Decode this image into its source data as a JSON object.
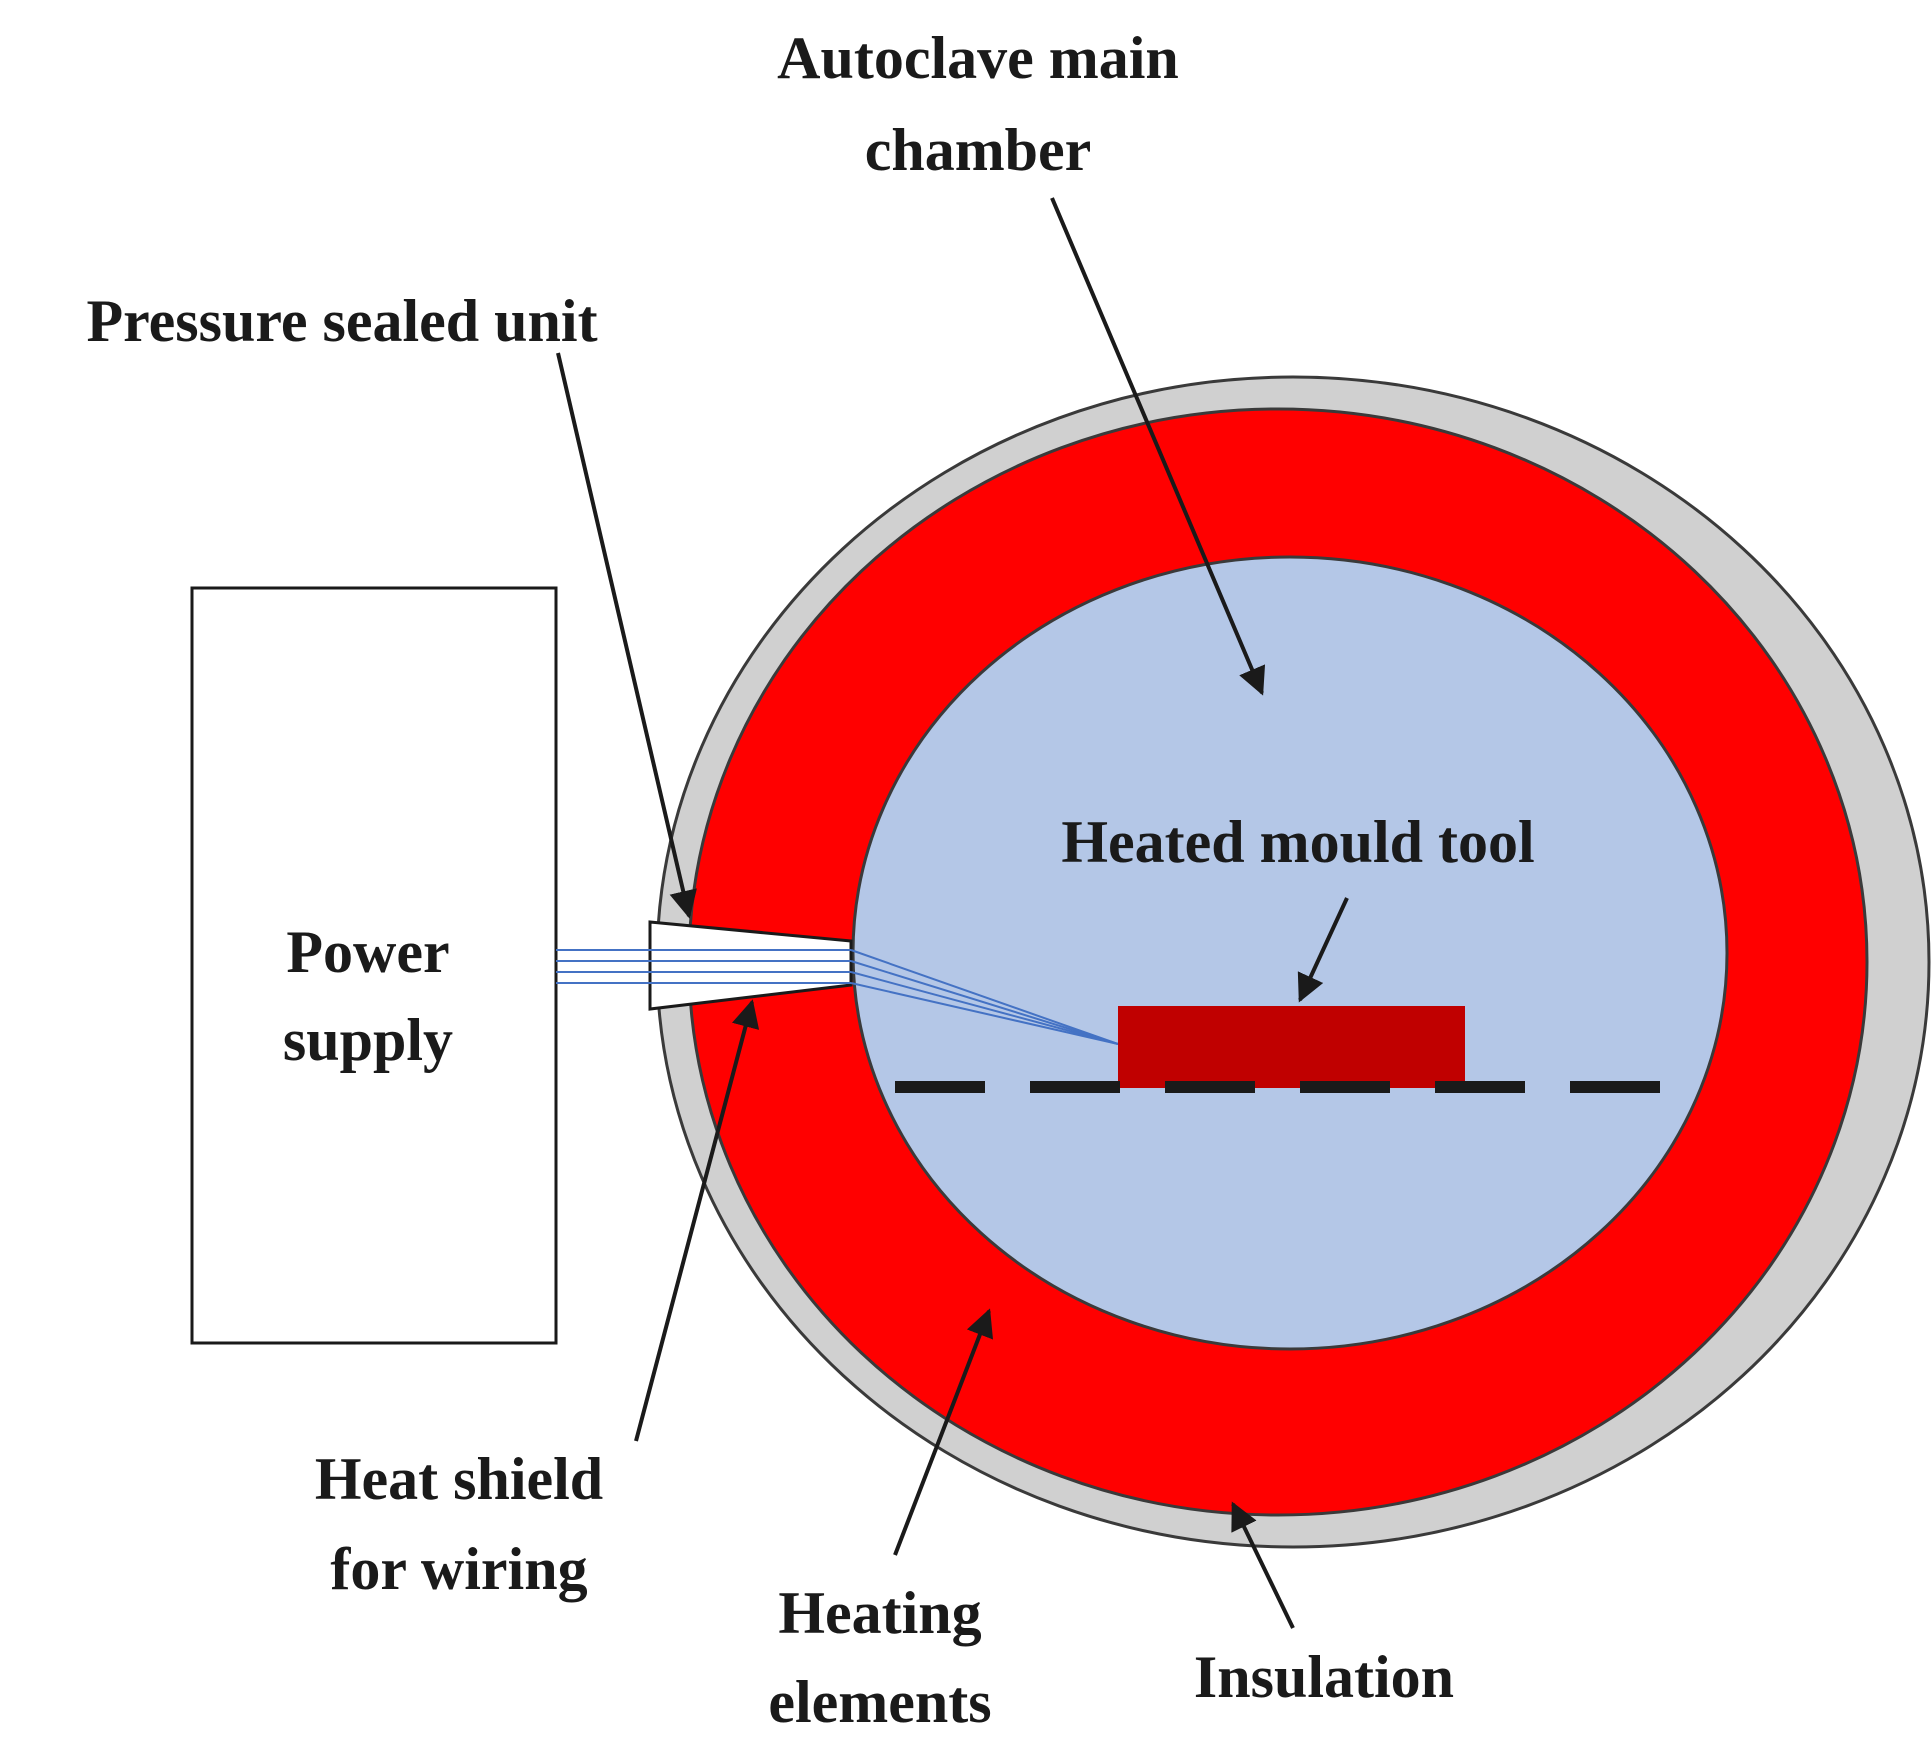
{
  "labels": {
    "chamber_line1": "Autoclave main",
    "chamber_line2": "chamber",
    "pressure_unit": "Pressure sealed unit",
    "power_line1": "Power",
    "power_line2": "supply",
    "mould_tool": "Heated mould tool",
    "shield_line1": "Heat shield",
    "shield_line2": "for wiring",
    "heating_line1": "Heating",
    "heating_line2": "elements",
    "insulation": "Insulation"
  },
  "colors": {
    "insulation": "#d0d0d0",
    "heating_elements": "#ff0000",
    "chamber": "#b4c7e7",
    "mould_tool": "#c00000",
    "wiring": "#4472c4",
    "outline": "#1a1a1a"
  }
}
